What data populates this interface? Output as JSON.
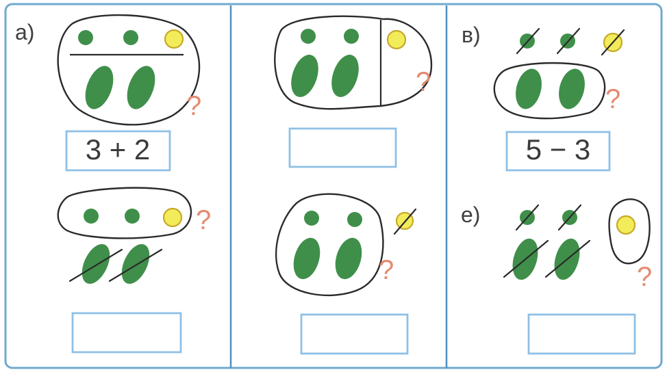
{
  "labels": {
    "a": "а)",
    "v": "в)",
    "e": "е)"
  },
  "question_mark": "?",
  "answers": {
    "top_left": "3 + 2",
    "top_right": "5 − 3"
  },
  "colors": {
    "green": "#3f8f4a",
    "yellow": "#f3ec5a",
    "frame_blue": "#6fa9cf",
    "question_orange": "#e58a70"
  }
}
